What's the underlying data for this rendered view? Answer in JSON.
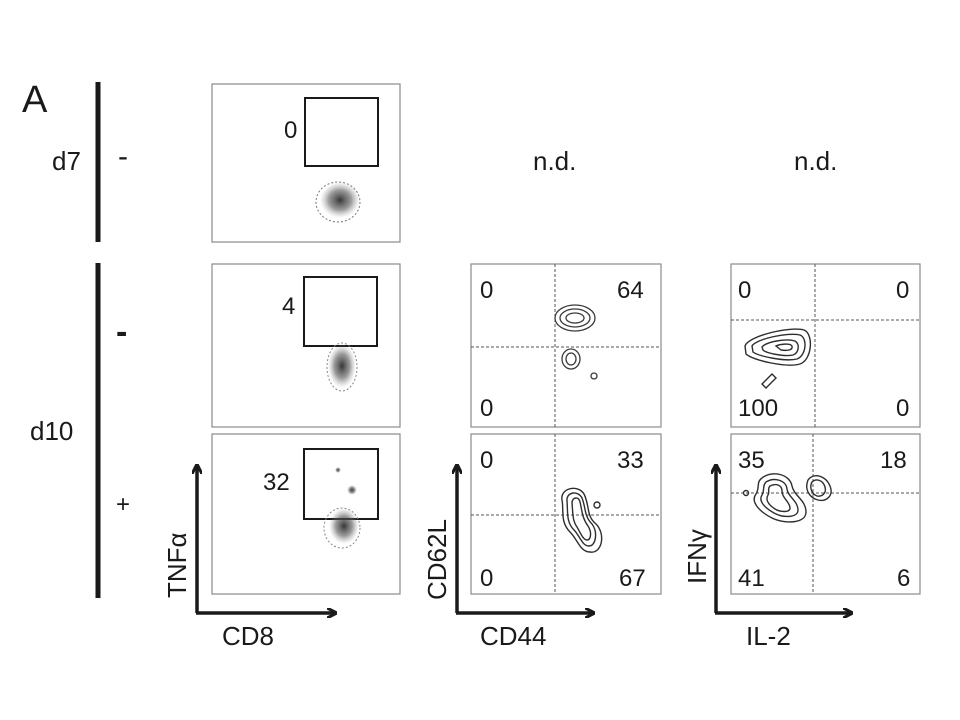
{
  "panel_label": "A",
  "rows": {
    "d7": {
      "label": "d7",
      "sign": "-"
    },
    "d10": {
      "label": "d10",
      "minus_sign": "-",
      "plus_sign": "+"
    }
  },
  "column1": {
    "gates": {
      "d7_minus": "0",
      "d10_minus": "4",
      "d10_plus": "32"
    },
    "y_axis": "TNFα",
    "x_axis": "CD8"
  },
  "column2": {
    "not_done": "n.d.",
    "d10_minus": {
      "top_left": "0",
      "top_right": "64",
      "bottom_left": "0"
    },
    "d10_plus": {
      "top_left": "0",
      "top_right": "33",
      "bottom_left": "0",
      "bottom_right": "67"
    },
    "y_axis": "CD62L",
    "x_axis": "CD44"
  },
  "column3": {
    "not_done": "n.d.",
    "d10_minus": {
      "top_left": "0",
      "top_right": "0",
      "bottom_left": "100",
      "bottom_right": "0"
    },
    "d10_plus": {
      "top_left": "35",
      "top_right": "18",
      "bottom_left": "41",
      "bottom_right": "6"
    },
    "y_axis": "IFNγ",
    "x_axis": "IL-2"
  },
  "colors": {
    "ink": "#1a1a1a",
    "frame": "#8a8a8a",
    "density": "#3a3a3a"
  }
}
